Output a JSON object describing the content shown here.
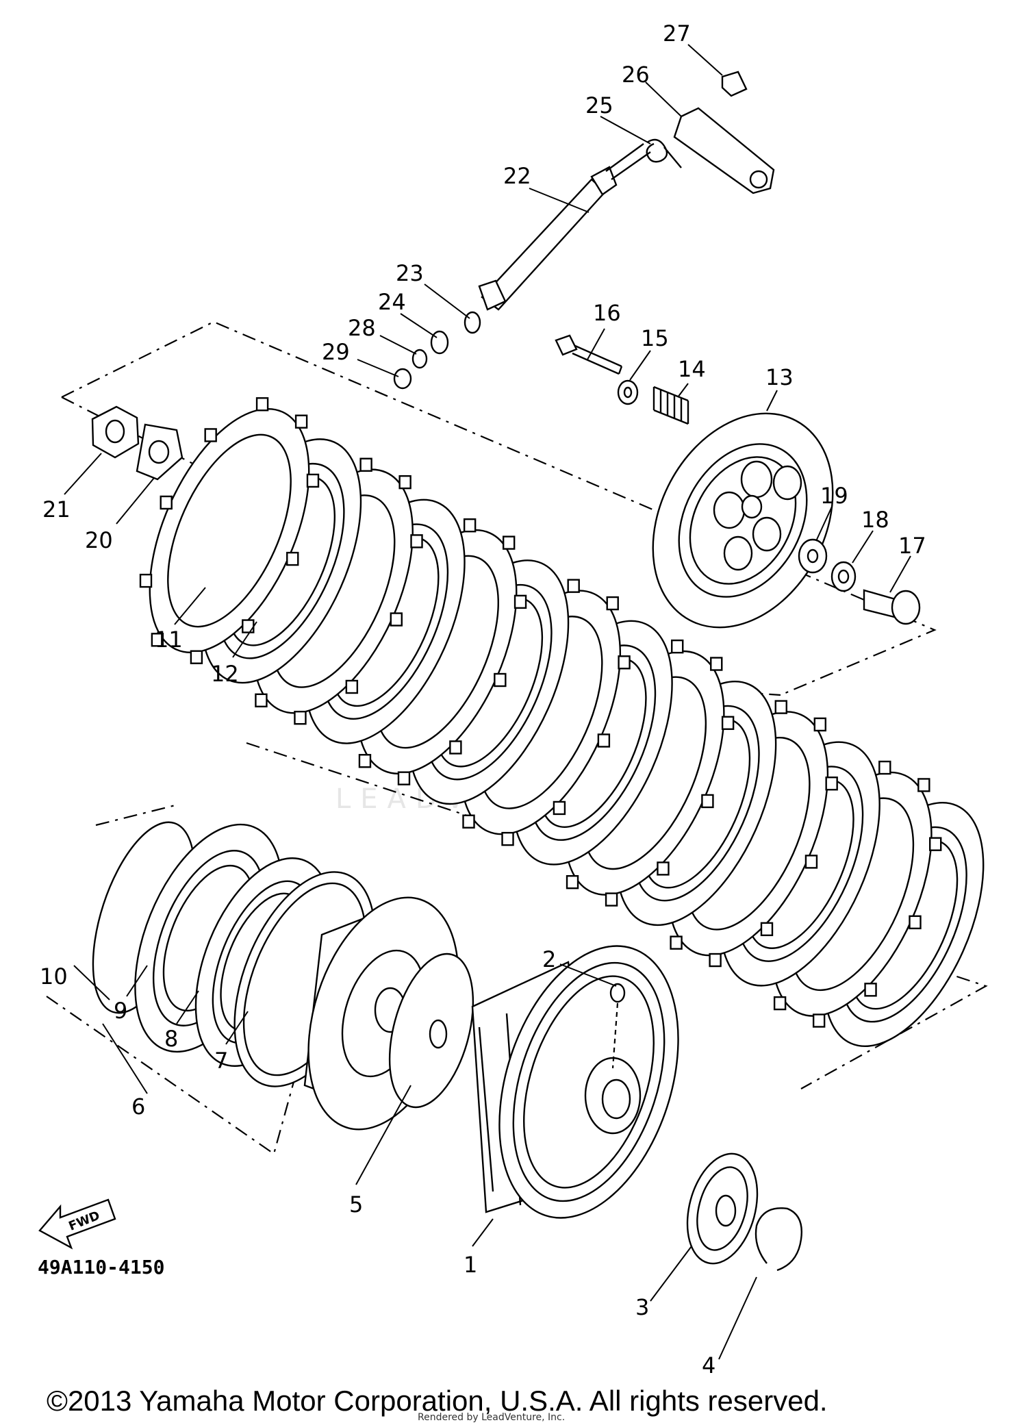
{
  "diagram": {
    "part_code": "49A110-4150",
    "fwd_label": "FWD",
    "copyright": "©2013 Yamaha Motor Corporation, U.S.A. All rights reserved.",
    "render_credit": "Rendered by LeadVenture, Inc.",
    "watermark": "LEADVENTURE",
    "callouts": [
      "1",
      "2",
      "3",
      "4",
      "5",
      "6",
      "7",
      "8",
      "9",
      "10",
      "11",
      "12",
      "13",
      "14",
      "15",
      "16",
      "17",
      "18",
      "19",
      "20",
      "21",
      "22",
      "23",
      "24",
      "25",
      "26",
      "27",
      "28",
      "29"
    ]
  }
}
